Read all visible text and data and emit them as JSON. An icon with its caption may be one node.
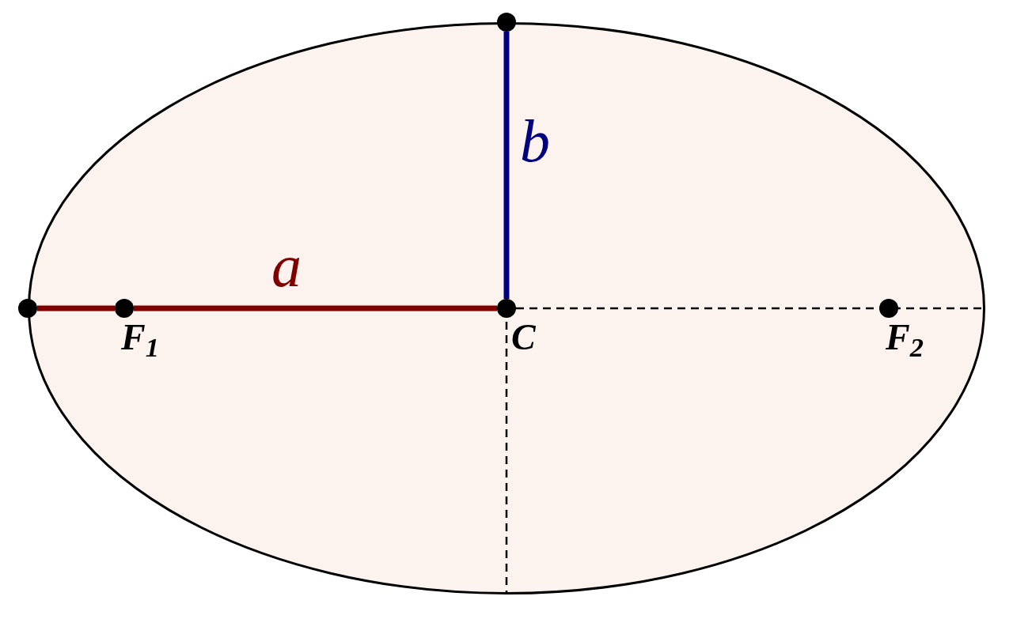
{
  "diagram": {
    "nodes": [
      {
        "text": [],
        "shape": "ellipse"
      },
      {
        "text": [],
        "shape": "circle"
      },
      {
        "text": [],
        "shape": "circle",
        "in": 0,
        "beside": [
          "F$_{1}$"
        ]
      },
      {
        "text": [],
        "shape": "circle",
        "in": 0,
        "beside": [
          "C"
        ]
      },
      {
        "text": [],
        "shape": "circle",
        "in": 0,
        "beside": [
          "F$_{2}$"
        ]
      },
      {
        "text": [],
        "shape": "circle"
      }
    ],
    "edges": [
      {
        "from": 1,
        "to": 2,
        "arrow": "none",
        "style": "thick",
        "color": "#800000"
      },
      {
        "from": 2,
        "to": 3,
        "arrow": "none",
        "label": "a",
        "style": "thick",
        "color": "#800000"
      },
      {
        "from": 3,
        "to": 5,
        "arrow": "none",
        "label": "b",
        "style": "thick",
        "color": "#000080"
      },
      {
        "from": 3,
        "to": 4,
        "arrow": "none",
        "style": "dashed"
      },
      {
        "from": 4,
        "to": 0,
        "arrow": "none",
        "style": "dashed"
      },
      {
        "from": 3,
        "to": 0,
        "arrow": "none",
        "style": "dashed"
      }
    ]
  }
}
